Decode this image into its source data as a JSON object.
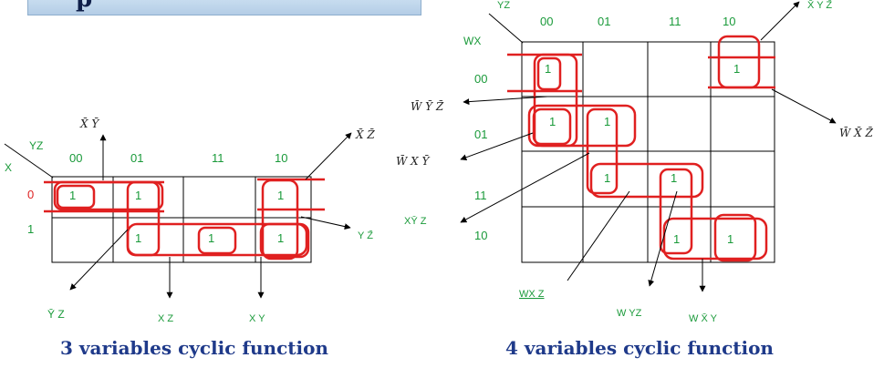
{
  "header": {
    "glyph": "p"
  },
  "kmap3": {
    "corner_row_var": "X",
    "corner_col_var": "YZ",
    "col_headers": [
      "00",
      "01",
      "11",
      "10"
    ],
    "row_headers": [
      "0",
      "1"
    ],
    "cells": [
      [
        "1",
        "1",
        "",
        "1"
      ],
      [
        "",
        "1",
        "1",
        "1"
      ]
    ],
    "terms": {
      "x_bar_y_bar": "X̄ Ȳ",
      "x_bar_z_bar": "X̄ Z̄",
      "y_z_bar": "Y Z̄",
      "y_bar_z": "Ȳ Z",
      "xz": "X Z",
      "xy": "X Y"
    },
    "caption": "3 variables cyclic function"
  },
  "kmap4": {
    "corner_row_var": "WX",
    "corner_col_var": "YZ",
    "col_headers": [
      "00",
      "01",
      "11",
      "10"
    ],
    "row_headers": [
      "00",
      "01",
      "11",
      "10"
    ],
    "cells": [
      [
        "1",
        "",
        "",
        "1"
      ],
      [
        "1",
        "1",
        "",
        ""
      ],
      [
        "",
        "1",
        "1",
        ""
      ],
      [
        "",
        "",
        "1",
        "1"
      ]
    ],
    "terms": {
      "x_bar_y_z_bar": "X̄ Y Z̄",
      "w_bar_y_bar_z_bar": "W̄ Ȳ Z̄",
      "w_bar_x_bar_z_bar": "W̄ X̄ Z̄",
      "w_bar_x_y_bar": "W̄ X Ȳ",
      "x_y_bar_z": "XȲ Z",
      "wx_z": "WX  Z",
      "wyz": "W YZ",
      "w_x_bar_y": "W  X̄ Y"
    },
    "caption": "4 variables cyclic function"
  },
  "colors": {
    "grid": "#000000",
    "loop": "#e02020",
    "label": "#1a9a3a",
    "caption": "#1f3a8a"
  }
}
